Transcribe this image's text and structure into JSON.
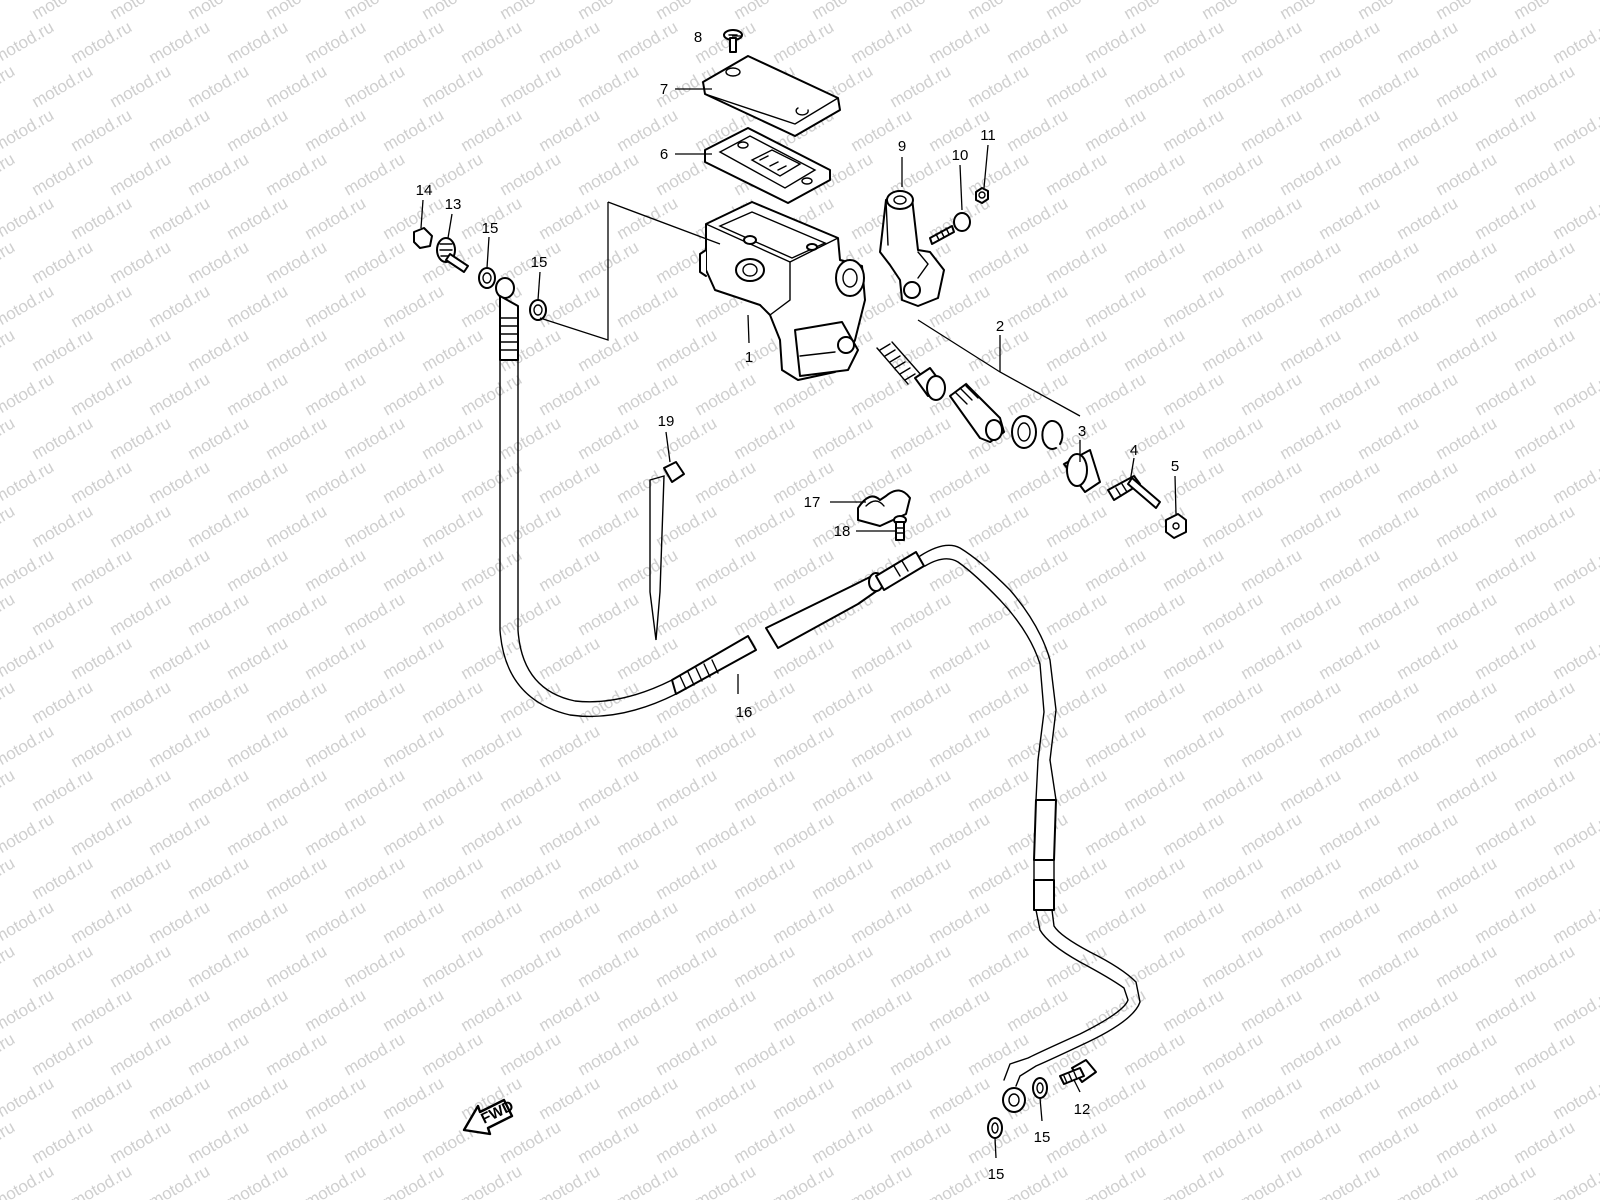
{
  "watermark": {
    "text": "motod.ru",
    "color": "#cfcfcf"
  },
  "fwd_label": "FWD",
  "callouts": [
    {
      "id": "c1",
      "label": "1"
    },
    {
      "id": "c2",
      "label": "2"
    },
    {
      "id": "c3",
      "label": "3"
    },
    {
      "id": "c4",
      "label": "4"
    },
    {
      "id": "c5",
      "label": "5"
    },
    {
      "id": "c6",
      "label": "6"
    },
    {
      "id": "c7",
      "label": "7"
    },
    {
      "id": "c8",
      "label": "8"
    },
    {
      "id": "c9",
      "label": "9"
    },
    {
      "id": "c10",
      "label": "10"
    },
    {
      "id": "c11",
      "label": "11"
    },
    {
      "id": "c12",
      "label": "12"
    },
    {
      "id": "c13",
      "label": "13"
    },
    {
      "id": "c14",
      "label": "14"
    },
    {
      "id": "c15a",
      "label": "15"
    },
    {
      "id": "c15b",
      "label": "15"
    },
    {
      "id": "c15c",
      "label": "15"
    },
    {
      "id": "c15d",
      "label": "15"
    },
    {
      "id": "c16",
      "label": "16"
    },
    {
      "id": "c17",
      "label": "17"
    },
    {
      "id": "c18",
      "label": "18"
    },
    {
      "id": "c19",
      "label": "19"
    }
  ]
}
